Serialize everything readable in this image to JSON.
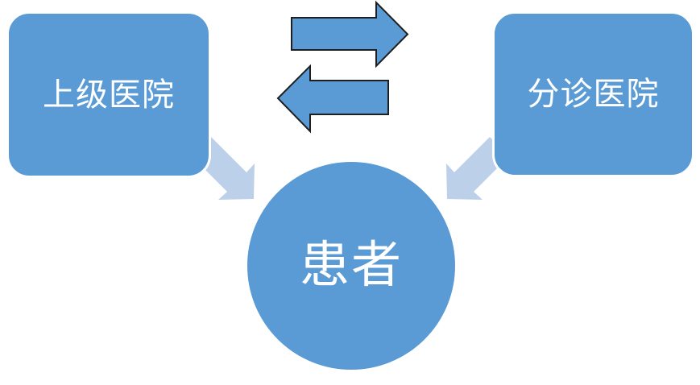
{
  "diagram": {
    "type": "flow-diagram",
    "background": "#ffffff",
    "nodes": {
      "upper_hospital": {
        "label": "上级医院",
        "shape": "rounded-rectangle",
        "fill": "#5b9bd5",
        "text_color": "#ffffff"
      },
      "triage_hospital": {
        "label": "分诊医院",
        "shape": "rounded-rectangle",
        "fill": "#5b9bd5",
        "text_color": "#ffffff"
      },
      "patient": {
        "label": "患者",
        "shape": "circle",
        "fill": "#5b9bd5",
        "text_color": "#ffffff"
      }
    },
    "connectors": [
      {
        "id": "transfer-right",
        "from": "上级医院",
        "to": "分诊医院",
        "direction": "right",
        "style": "block-arrow",
        "fill": "#5b9bd5",
        "stroke": "#1f1f1f"
      },
      {
        "id": "transfer-left",
        "from": "分诊医院",
        "to": "上级医院",
        "direction": "left",
        "style": "block-arrow",
        "fill": "#5b9bd5",
        "stroke": "#1f1f1f"
      },
      {
        "id": "upper-to-patient",
        "from": "上级医院",
        "to": "患者",
        "direction": "down-right",
        "style": "soft-arrow",
        "fill": "#bcd0ea"
      },
      {
        "id": "triage-to-patient",
        "from": "分诊医院",
        "to": "患者",
        "direction": "down-left",
        "style": "soft-arrow",
        "fill": "#bcd0ea"
      }
    ]
  }
}
